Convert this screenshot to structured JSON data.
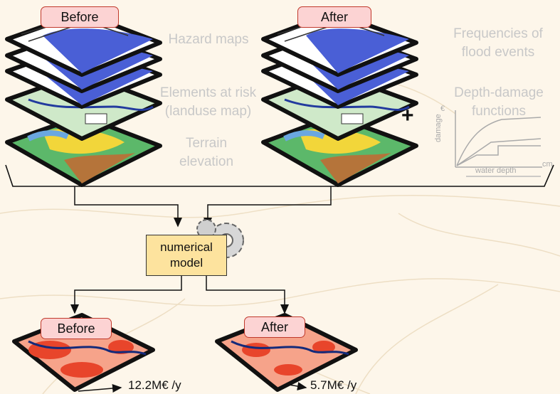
{
  "labels": {
    "before_top": "Before",
    "after_top": "After",
    "hazard_maps": "Hazard maps",
    "elements_at_risk_1": "Elements at risk",
    "elements_at_risk_2": "(landuse map)",
    "terrain_1": "Terrain",
    "terrain_2": "elevation",
    "frequencies_1": "Frequencies of",
    "frequencies_2": "flood events",
    "depth_damage_1": "Depth-damage",
    "depth_damage_2": "functions",
    "plus": "+",
    "currency_unit": "€",
    "y_axis": "damage",
    "x_axis": "water depth",
    "x_unit": "cm",
    "model_1": "numerical",
    "model_2": "model",
    "before_bottom": "Before",
    "after_bottom": "After",
    "value_before": "12.2M€ /y",
    "value_after": "5.7M€ /y"
  },
  "colors": {
    "pill_fill": "#fcd3d3",
    "pill_border": "#c0392b",
    "model_fill": "#fde39e",
    "hazard_blue": "#4a5fd6",
    "landuse_green": "#cfe9c9",
    "terrain_green": "#5cb86a",
    "terrain_yellow": "#f2d63a",
    "terrain_brown": "#b5743a",
    "risk_red": "#e8452b"
  }
}
